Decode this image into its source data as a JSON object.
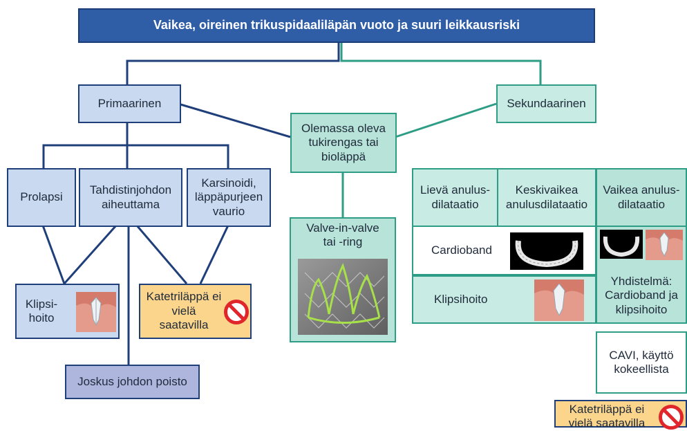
{
  "title": "Vaikea, oireinen trikuspidaaliläpän vuoto ja suuri leikkausriski",
  "primary": "Primaarinen",
  "secondary": "Sekundaarinen",
  "existing_ring": "Olemassa oleva tukirengas tai bioläppä",
  "valve_in_valve": "Valve-in-valve tai -ring",
  "prolapse": "Prolapsi",
  "pacer": "Tahdistinjohdon aiheuttama",
  "carcinoid": "Karsinoidi, läppäpurjeen vaurio",
  "clip_primary": "Klipsi-hoito",
  "cath_valve_primary": "Katetriläppä ei vielä saatavilla",
  "lead_removal": "Joskus johdon poisto",
  "mild": "Lievä anulus-dilataatio",
  "moderate": "Keskivaikea anulusdilataatio",
  "severe": "Vaikea anulus-dilataatio",
  "cardioband": "Cardioband",
  "clip_secondary": "Klipsihoito",
  "combination": "Yhdistelmä: Cardioband ja klipsihoito",
  "cavi": "CAVI, käyttö kokeellista",
  "cath_valve_secondary": "Katetriläppä ei vielä saatavilla",
  "colors": {
    "navy": "#1f3f7a",
    "teal": "#2e9d86",
    "title_bg": "#2f5da6",
    "blue_box": "#c9daf0",
    "green_box": "#b7e3d9",
    "yellow_box": "#fbd58c",
    "purple_box": "#aeb6de",
    "no_sign": "#e0262b"
  },
  "icons": [
    "no-entry-icon",
    "clip-device-icon",
    "cardioband-ring-icon",
    "valve-stent-image"
  ]
}
